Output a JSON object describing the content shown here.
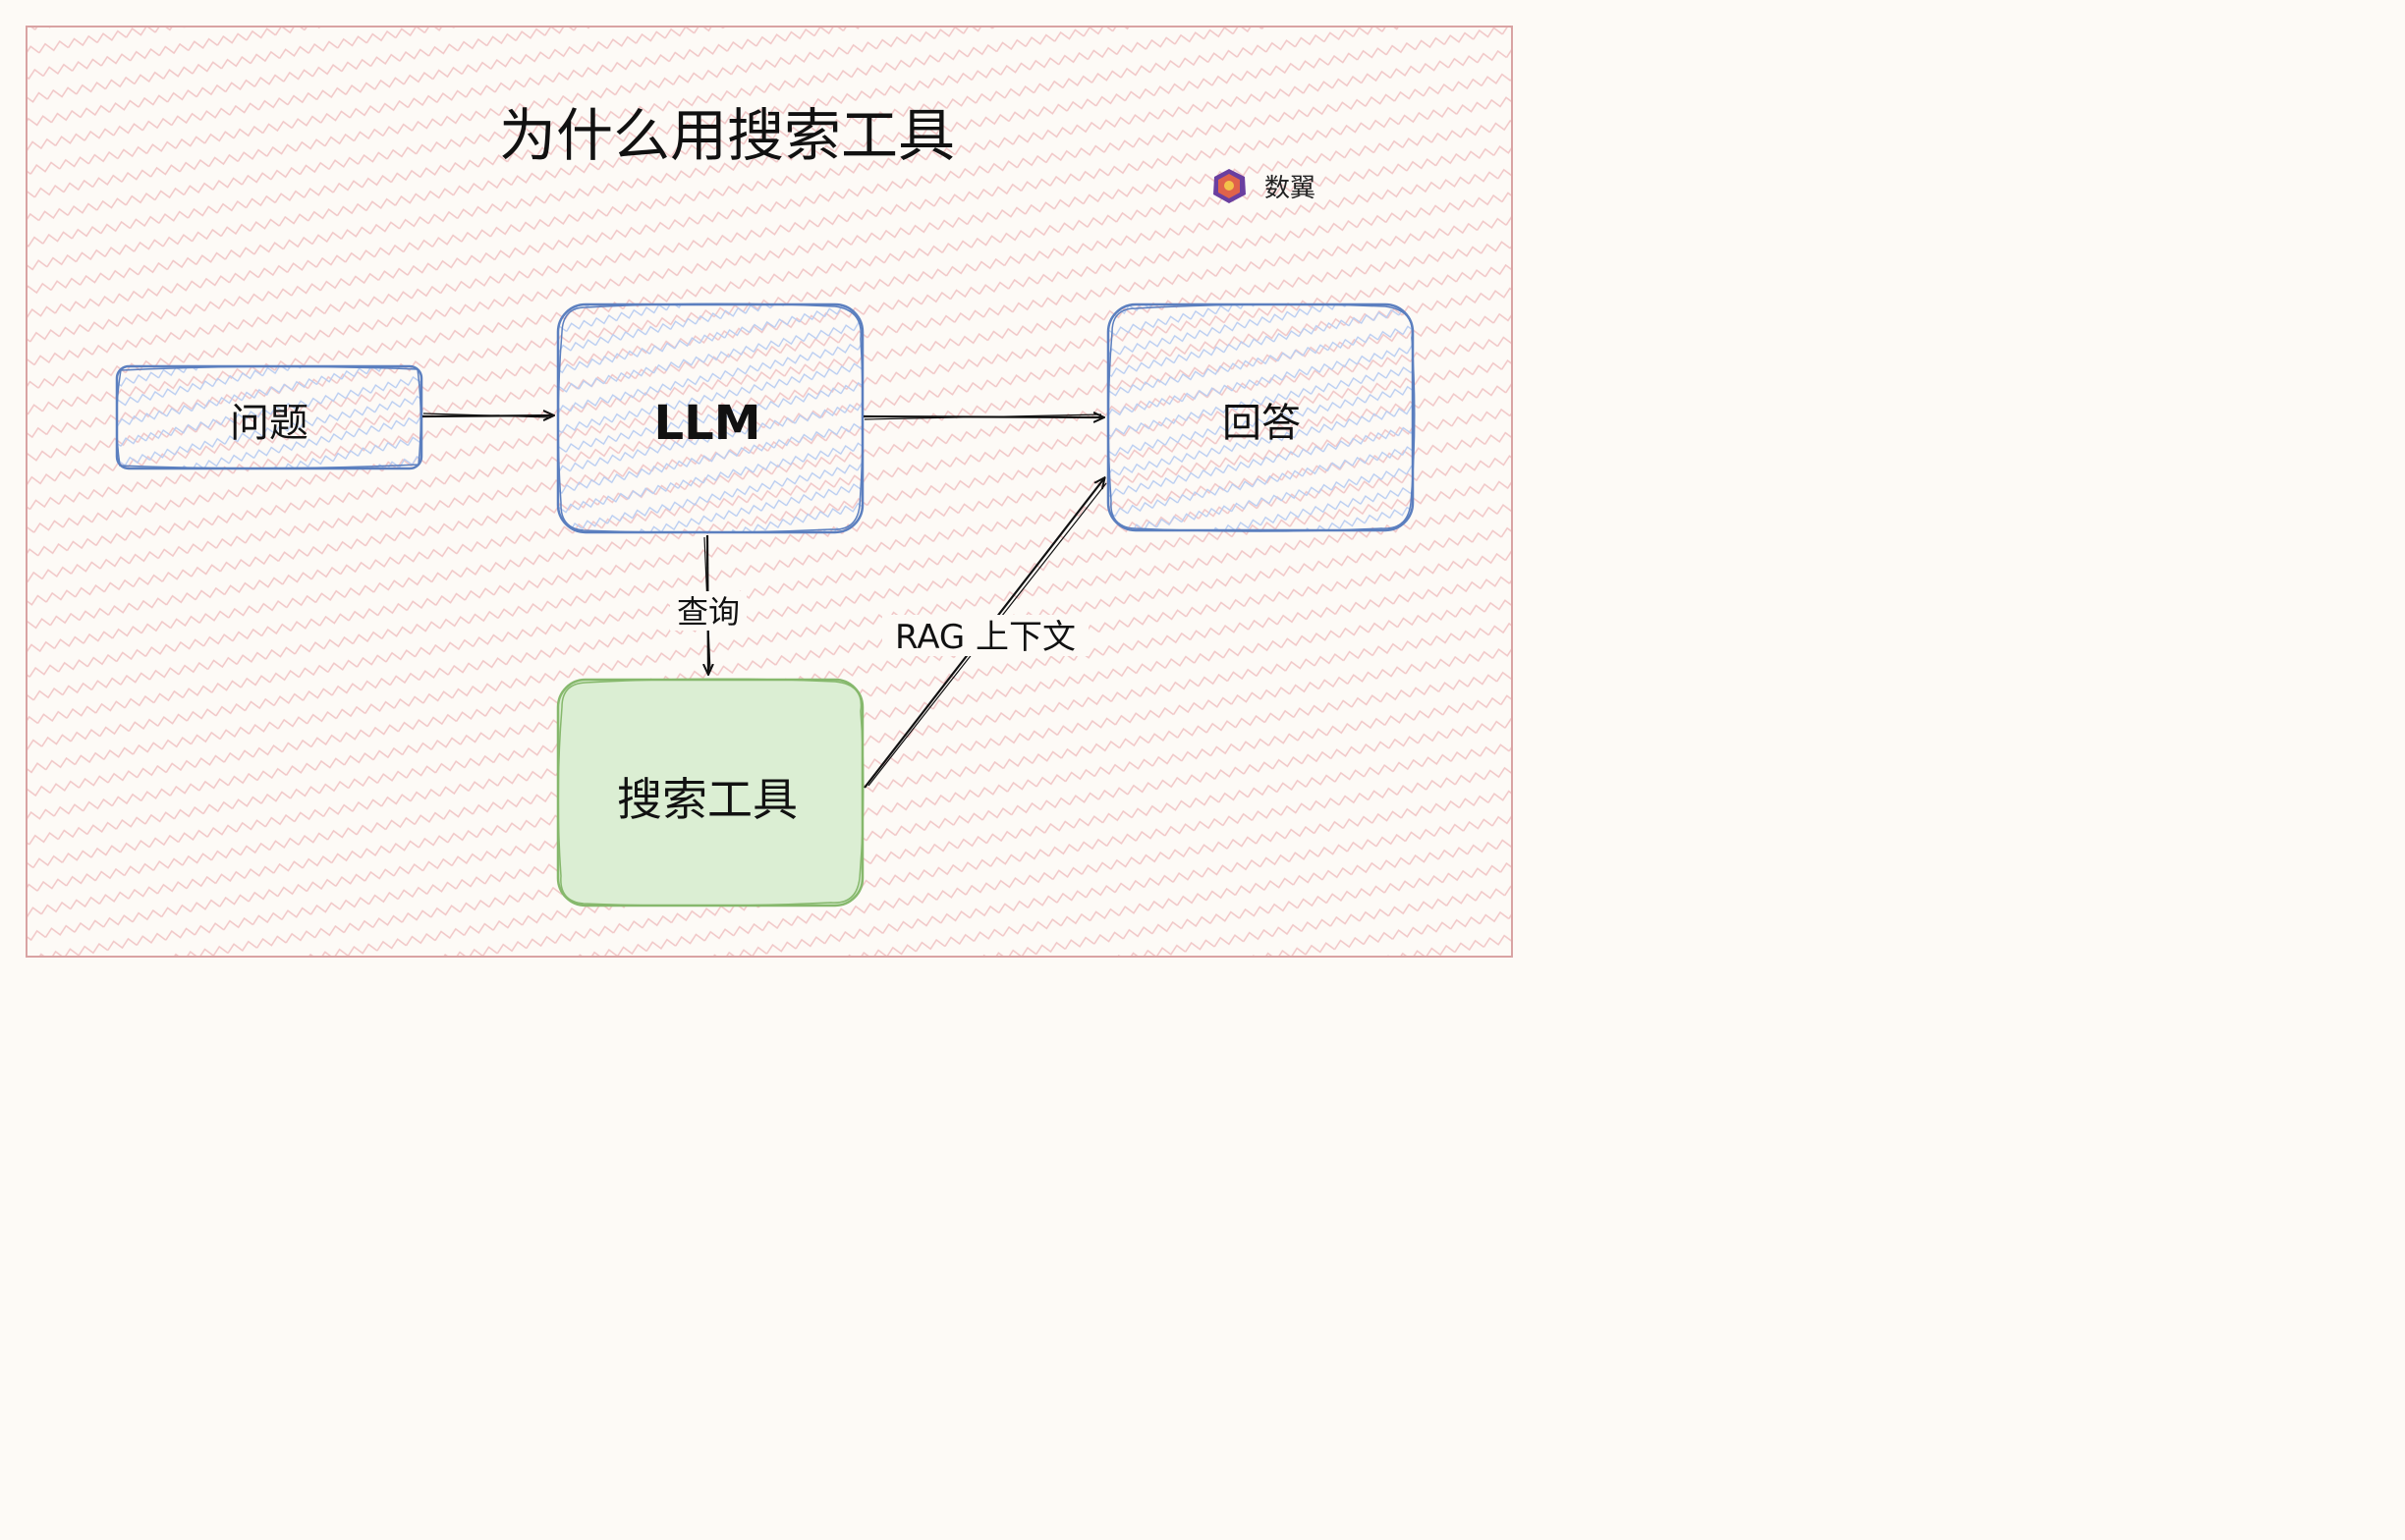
{
  "title": "为什么用搜索工具",
  "logo_text": "数翼",
  "nodes": {
    "question": "问题",
    "llm": "LLM",
    "search_tool": "搜索工具",
    "answer": "回答"
  },
  "edges": {
    "query": "查询",
    "rag_context": "RAG 上下文"
  },
  "colors": {
    "frame_border": "#d9a3a3",
    "background_hatch": "#f1c7c7",
    "blue_border": "#5b7fbf",
    "blue_hatch": "#b9cdf1",
    "green_border": "#86b86c",
    "green_fill": "#dbeed3",
    "arrow": "#111111"
  }
}
